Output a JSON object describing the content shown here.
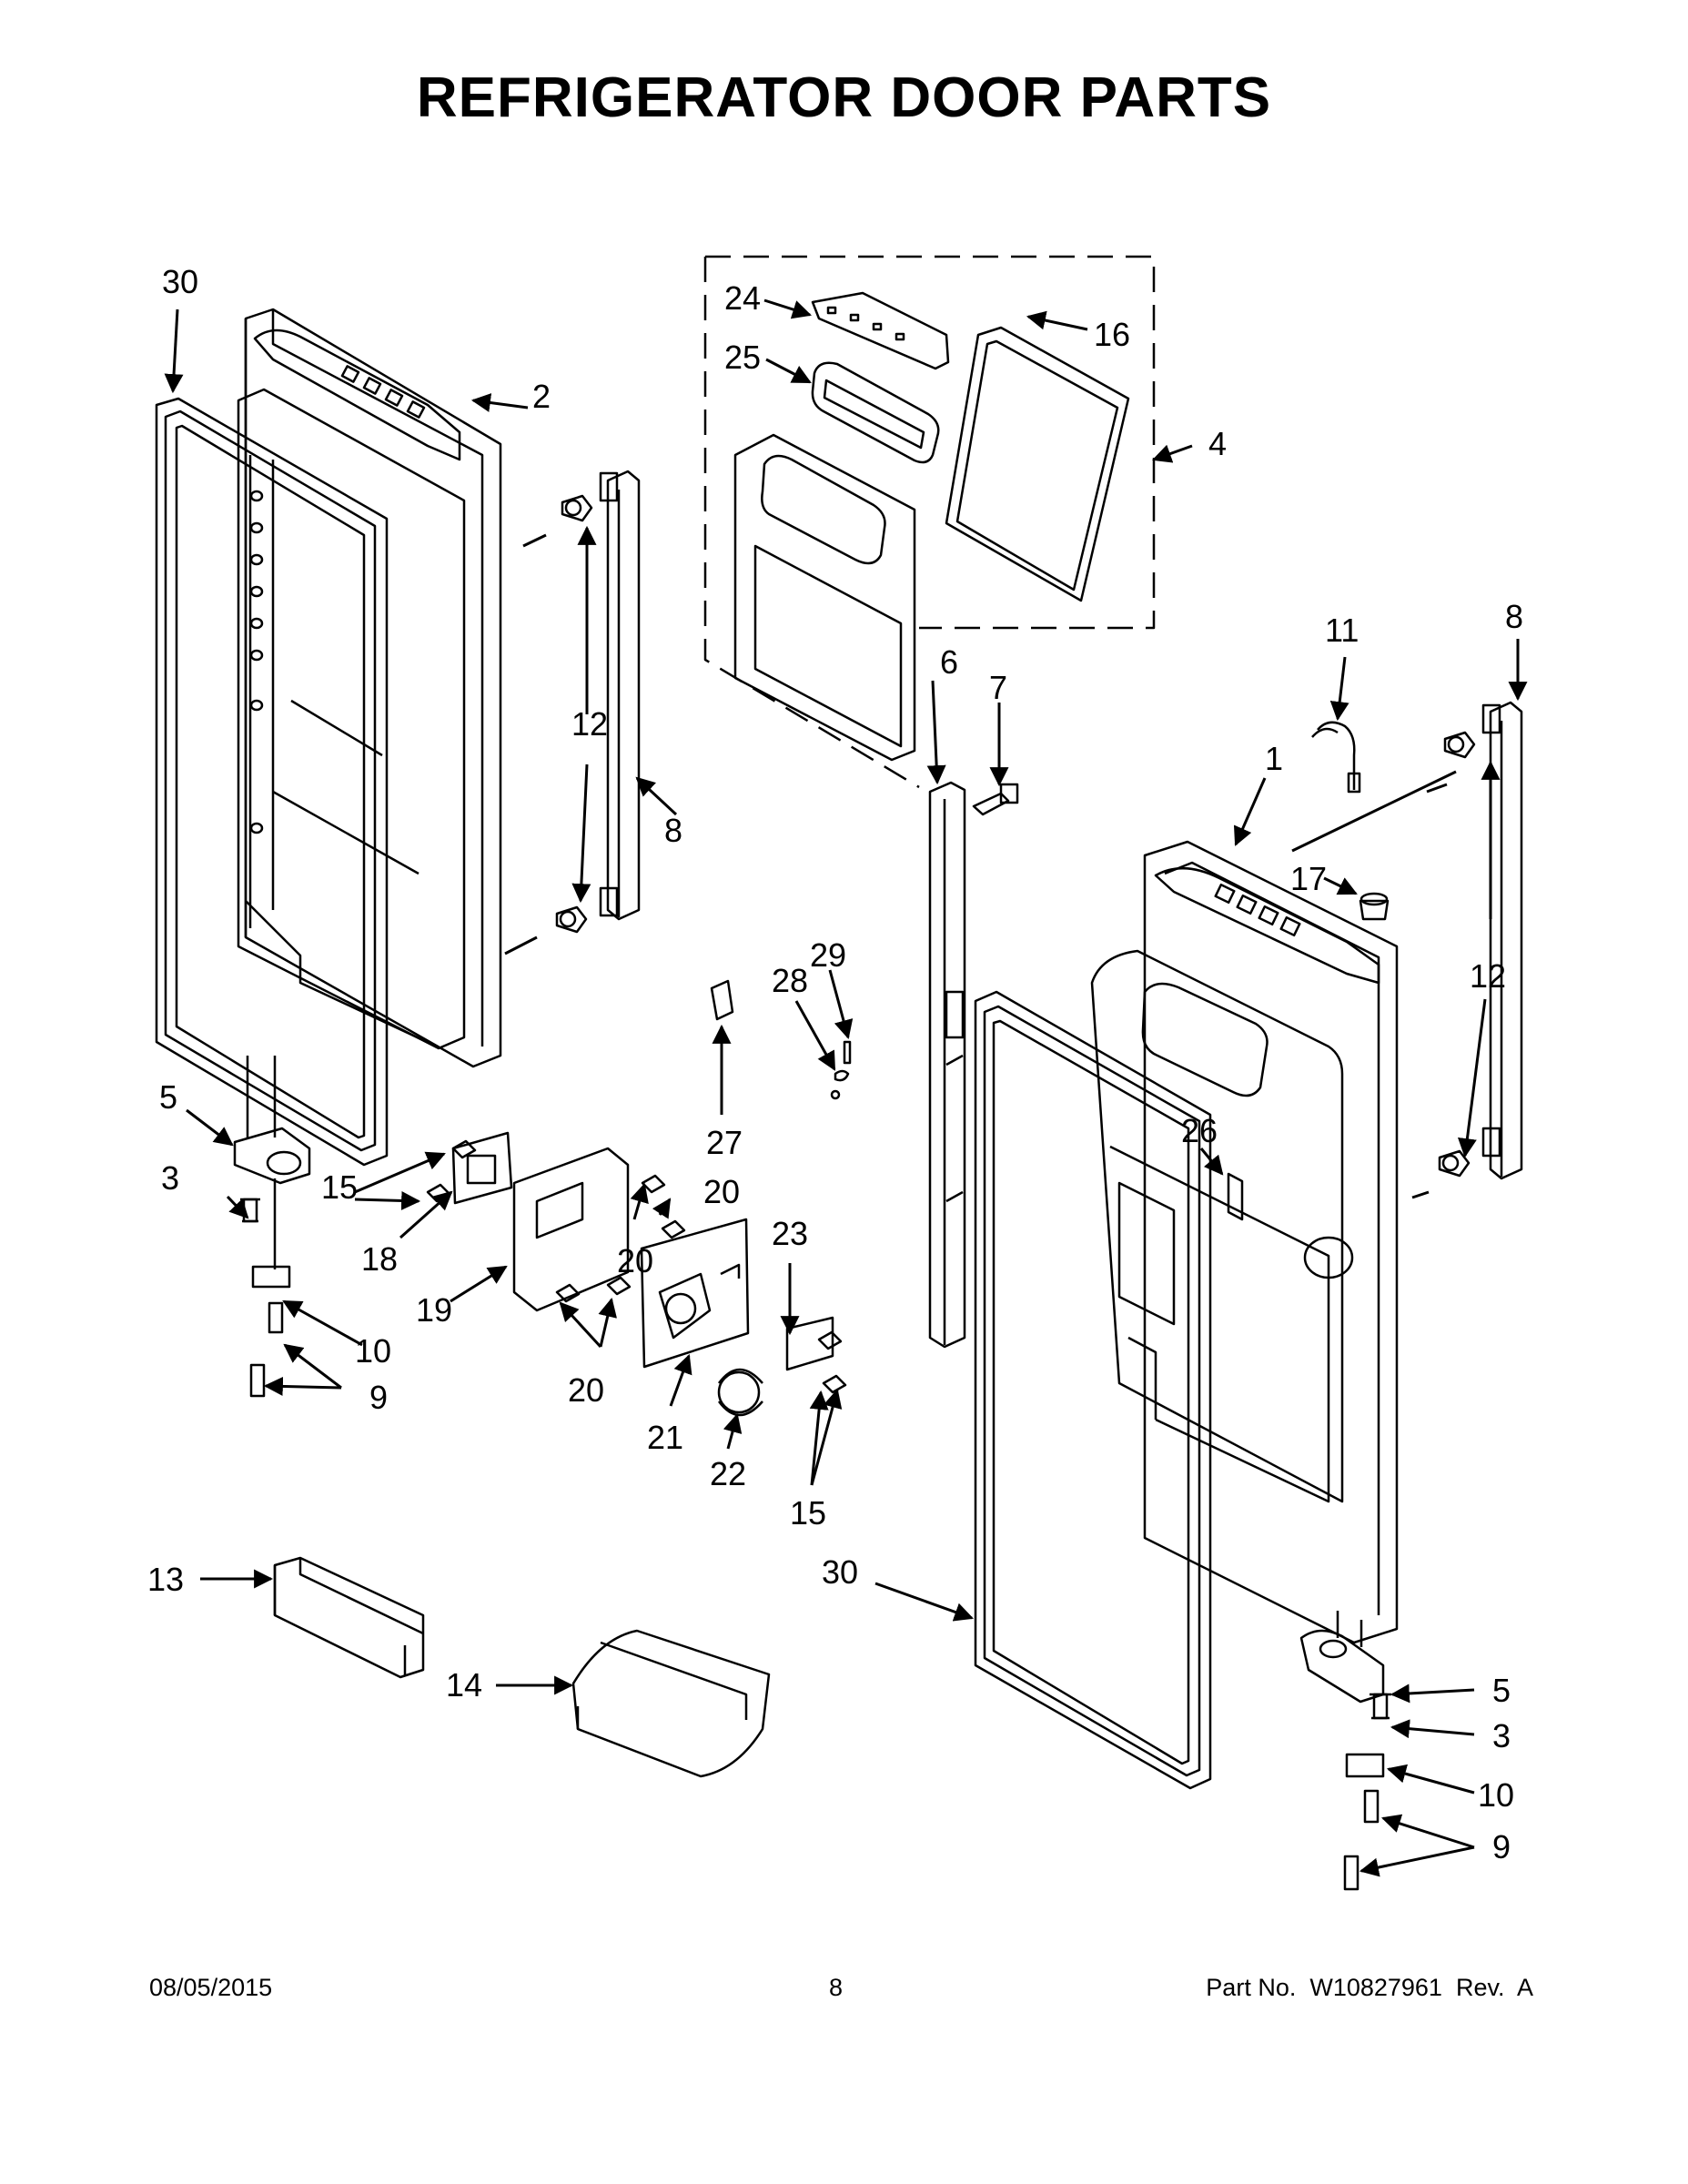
{
  "title": "REFRIGERATOR DOOR PARTS",
  "footer": {
    "date": "08/05/2015",
    "page": "8",
    "part_number": "Part No.  W10827961  Rev.  A"
  },
  "callouts": [
    {
      "id": "c-30a",
      "text": "30"
    },
    {
      "id": "c-2",
      "text": "2"
    },
    {
      "id": "c-12a",
      "text": "12"
    },
    {
      "id": "c-8a",
      "text": "8"
    },
    {
      "id": "c-5a",
      "text": "5"
    },
    {
      "id": "c-3a",
      "text": "3"
    },
    {
      "id": "c-15a",
      "text": "15"
    },
    {
      "id": "c-18",
      "text": "18"
    },
    {
      "id": "c-19",
      "text": "19"
    },
    {
      "id": "c-10a",
      "text": "10"
    },
    {
      "id": "c-9a",
      "text": "9"
    },
    {
      "id": "c-20a",
      "text": "20"
    },
    {
      "id": "c-20b",
      "text": "20"
    },
    {
      "id": "c-20c",
      "text": "20"
    },
    {
      "id": "c-21",
      "text": "21"
    },
    {
      "id": "c-22",
      "text": "22"
    },
    {
      "id": "c-23",
      "text": "23"
    },
    {
      "id": "c-15b",
      "text": "15"
    },
    {
      "id": "c-27",
      "text": "27"
    },
    {
      "id": "c-28",
      "text": "28"
    },
    {
      "id": "c-29",
      "text": "29"
    },
    {
      "id": "c-24",
      "text": "24"
    },
    {
      "id": "c-25",
      "text": "25"
    },
    {
      "id": "c-16",
      "text": "16"
    },
    {
      "id": "c-4",
      "text": "4"
    },
    {
      "id": "c-6",
      "text": "6"
    },
    {
      "id": "c-7",
      "text": "7"
    },
    {
      "id": "c-11",
      "text": "11"
    },
    {
      "id": "c-8b",
      "text": "8"
    },
    {
      "id": "c-1",
      "text": "1"
    },
    {
      "id": "c-17",
      "text": "17"
    },
    {
      "id": "c-12b",
      "text": "12"
    },
    {
      "id": "c-26",
      "text": "26"
    },
    {
      "id": "c-13",
      "text": "13"
    },
    {
      "id": "c-14",
      "text": "14"
    },
    {
      "id": "c-30b",
      "text": "30"
    },
    {
      "id": "c-5b",
      "text": "5"
    },
    {
      "id": "c-3b",
      "text": "3"
    },
    {
      "id": "c-10b",
      "text": "10"
    },
    {
      "id": "c-9b",
      "text": "9"
    }
  ]
}
